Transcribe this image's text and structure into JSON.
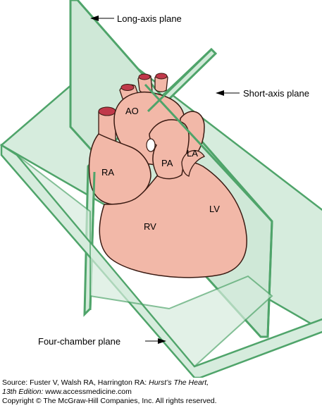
{
  "labels": {
    "long_axis": "Long-axis plane",
    "short_axis": "Short-axis plane",
    "four_chamber": "Four-chamber plane"
  },
  "chambers": {
    "ao": "AO",
    "pa": "PA",
    "ra": "RA",
    "la": "LA",
    "rv": "RV",
    "lv": "LV"
  },
  "source": {
    "prefix": "Source: Fuster V, Walsh RA, Harrington RA: ",
    "book": "Hurst’s The Heart,",
    "edition": "13th Edition:",
    "url": " www.accessmedicine.com",
    "copyright": "Copyright © The McGraw-Hill Companies, Inc. All rights reserved."
  },
  "colors": {
    "plane_fill": "#d6ecdd",
    "plane_edge": "#4fa46a",
    "heart_fill": "#f2b8a8",
    "heart_outline": "#3a1a12",
    "vessel_lumen": "#c0394a"
  }
}
